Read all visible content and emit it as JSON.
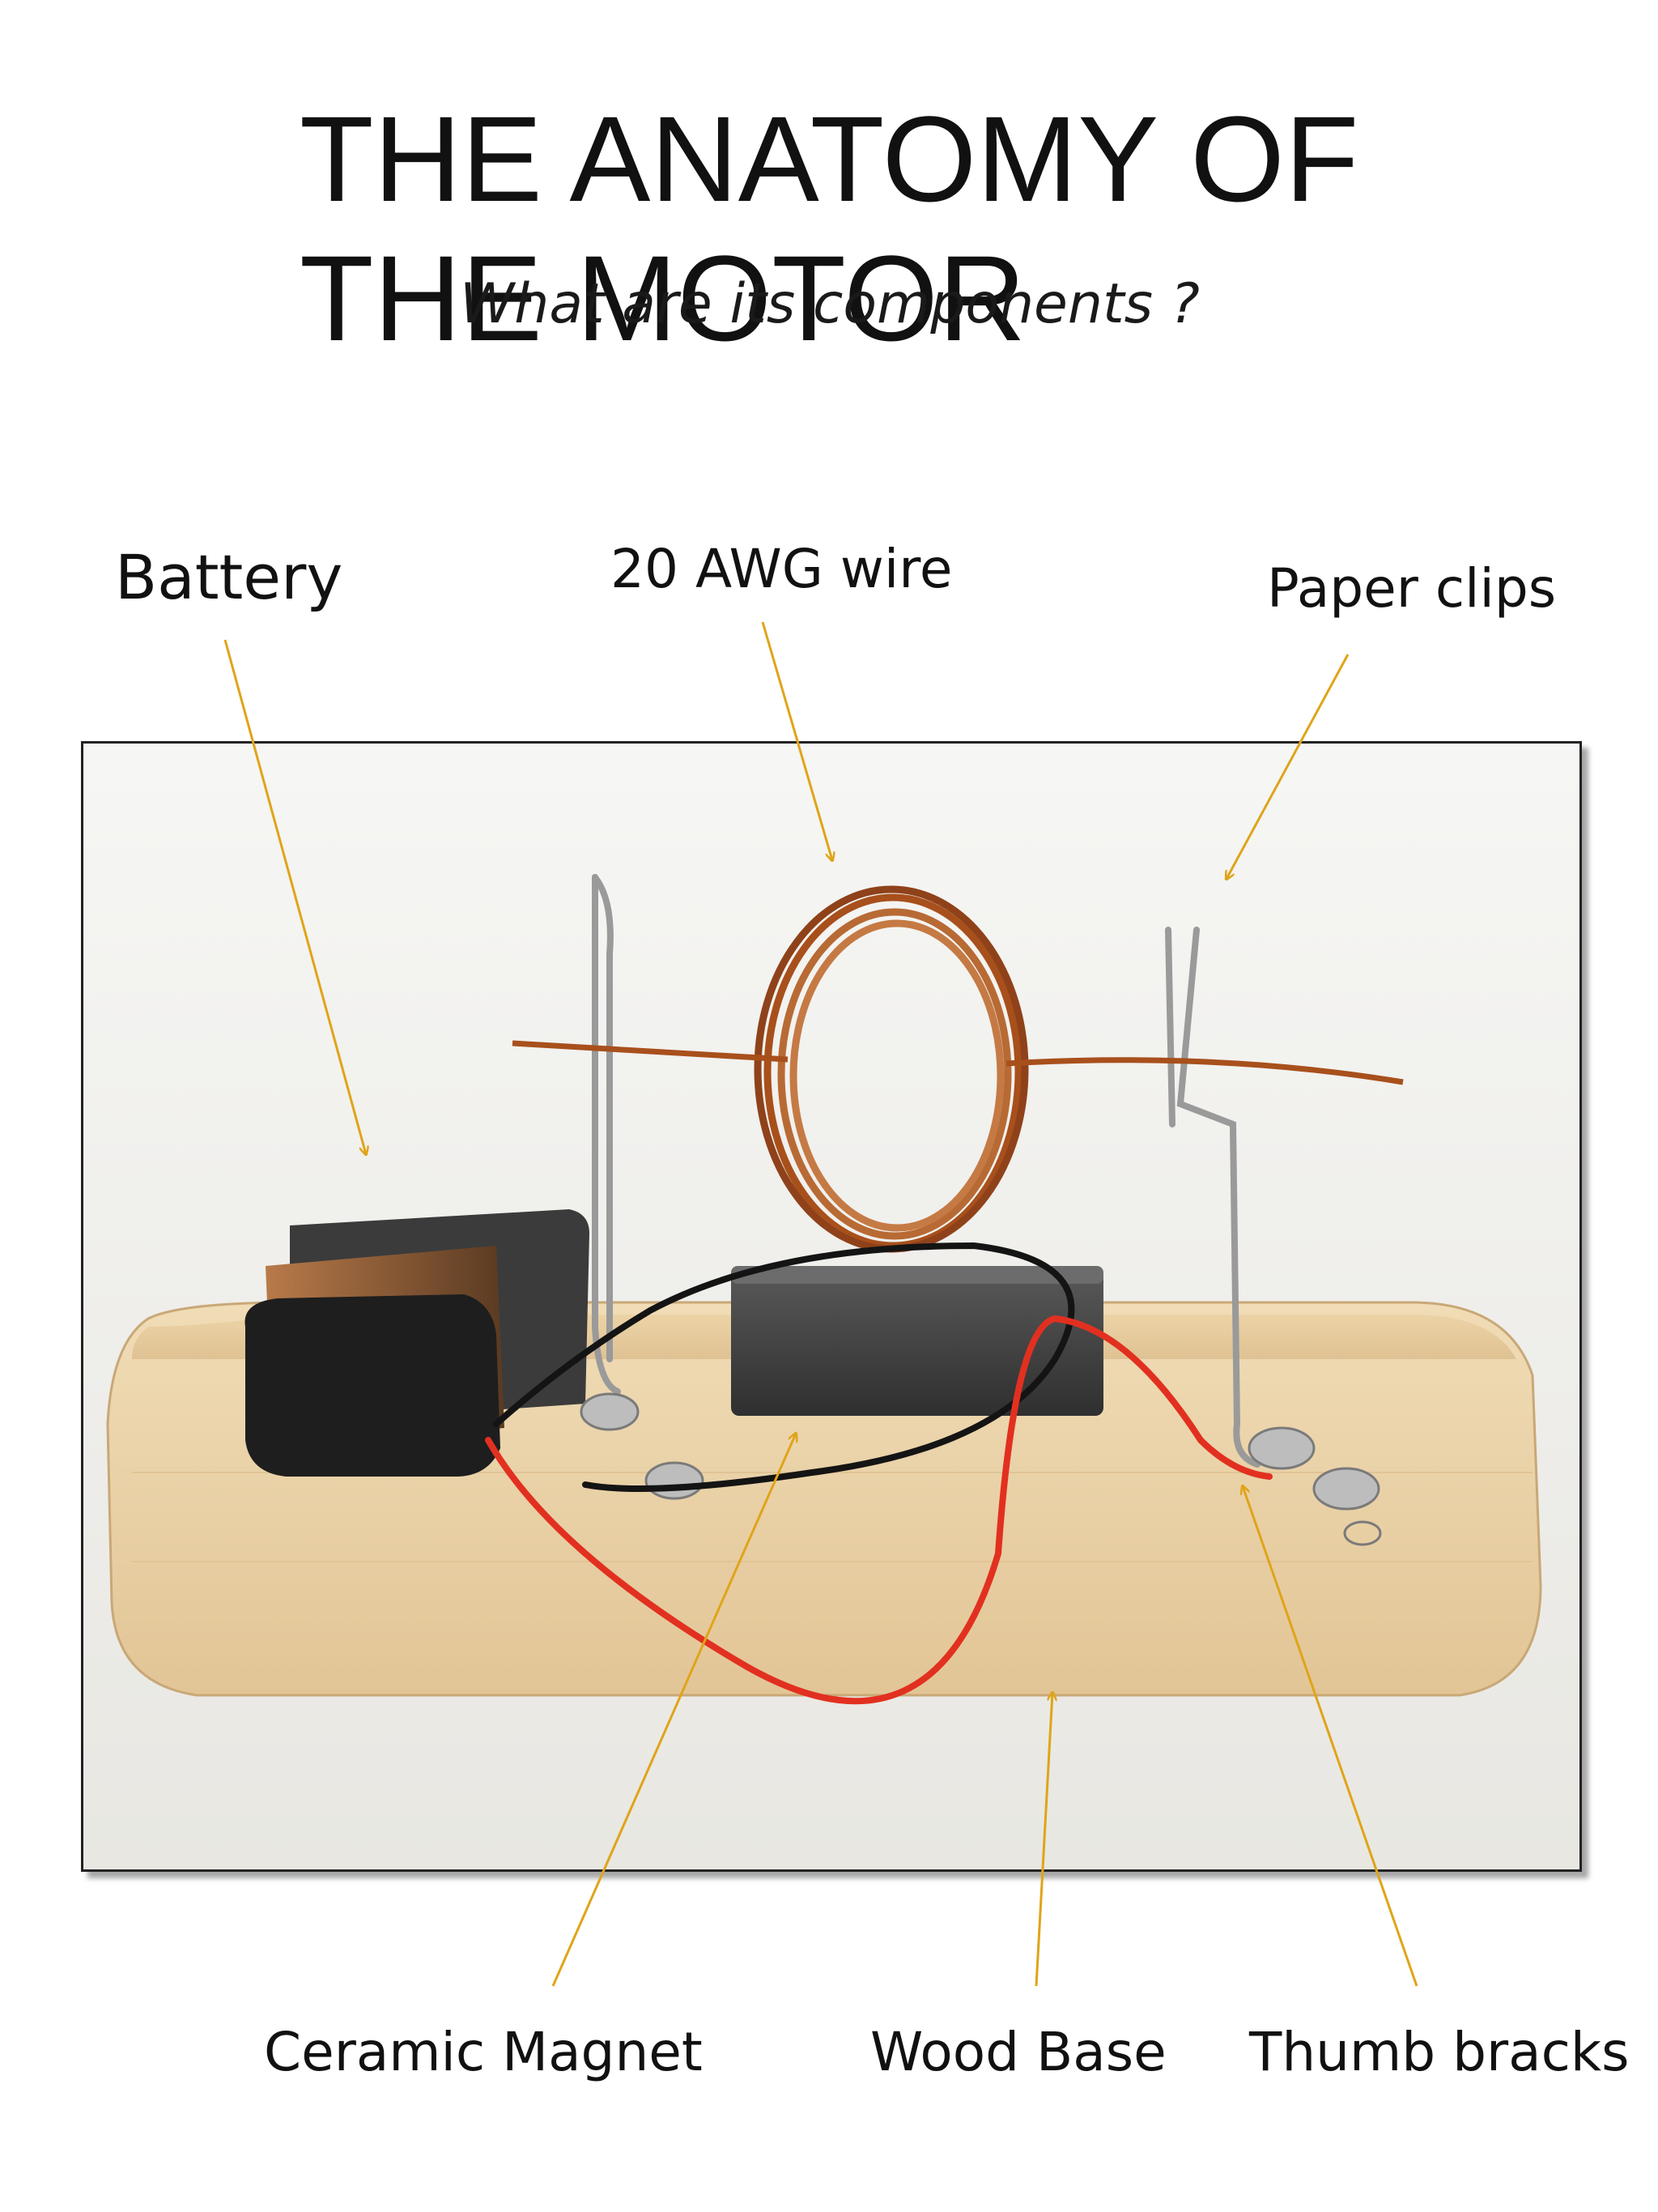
{
  "title": "THE ANATOMY OF THE MOTOR",
  "subtitle": "What are its components ?",
  "labels": {
    "battery": "Battery",
    "wire": "20  AWG wire",
    "paper_clips": "Paper clips",
    "magnet": "Ceramic Magnet",
    "wood_base": "Wood Base",
    "thumb_tacks": "Thumb bracks"
  },
  "colors": {
    "arrow": "#e0a419",
    "copper": "#a8501c",
    "wood": "#e8cfa2",
    "red_wire": "#e23020"
  }
}
